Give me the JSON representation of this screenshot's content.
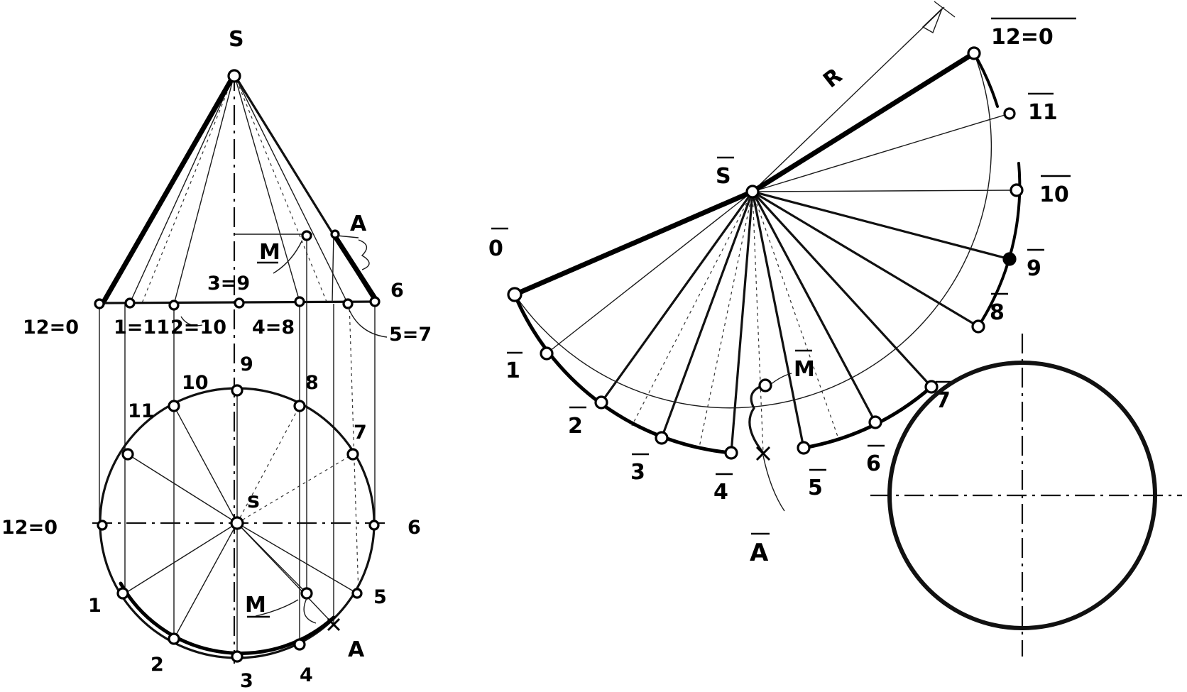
{
  "front_view": {
    "apex": "S",
    "base_labels": {
      "p12_0": "12=0",
      "p1_11": "1=11",
      "p2_10": "2=10",
      "p3_9": "3=9",
      "p4_8": "4=8",
      "p5_7": "5=7",
      "p6": "6"
    },
    "point_A": "A",
    "point_M": "M"
  },
  "top_view": {
    "center": "s",
    "labels": {
      "p12_0": "12=0",
      "p1": "1",
      "p2": "2",
      "p3": "3",
      "p4": "4",
      "p5": "5",
      "p6": "6",
      "p7": "7",
      "p8": "8",
      "p9": "9",
      "p10": "10",
      "p11": "11"
    },
    "point_A": "A",
    "point_M": "M"
  },
  "development": {
    "apex": "S",
    "radius_label": "R",
    "labels": {
      "p0": "0",
      "p1": "1",
      "p2": "2",
      "p3": "3",
      "p4": "4",
      "p5": "5",
      "p6": "6",
      "p7": "7",
      "p8": "8",
      "p9": "9",
      "p10": "10",
      "p11": "11",
      "p12": "12=0"
    },
    "point_A": "A",
    "point_M": "M"
  }
}
